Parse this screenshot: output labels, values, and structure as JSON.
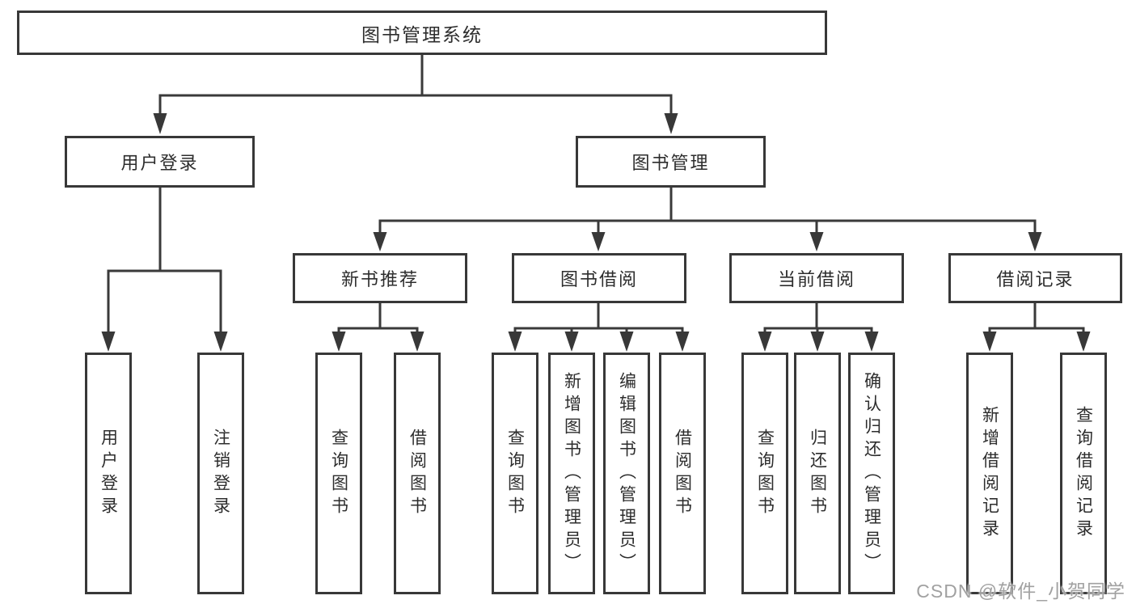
{
  "diagram": {
    "root": {
      "label": "图书管理系统"
    },
    "branches": [
      {
        "label": "用户登录",
        "children": [
          {
            "label": "用户登录"
          },
          {
            "label": "注销登录"
          }
        ]
      },
      {
        "label": "图书管理",
        "children": [
          {
            "label": "新书推荐",
            "children": [
              {
                "label": "查询图书"
              },
              {
                "label": "借阅图书"
              }
            ]
          },
          {
            "label": "图书借阅",
            "children": [
              {
                "label": "查询图书"
              },
              {
                "label": "新增图书（管理员）"
              },
              {
                "label": "编辑图书（管理员）"
              },
              {
                "label": "借阅图书"
              }
            ]
          },
          {
            "label": "当前借阅",
            "children": [
              {
                "label": "查询图书"
              },
              {
                "label": "归还图书"
              },
              {
                "label": "确认归还（管理员）"
              }
            ]
          },
          {
            "label": "借阅记录",
            "children": [
              {
                "label": "新增借阅记录"
              },
              {
                "label": "查询借阅记录"
              }
            ]
          }
        ]
      }
    ]
  },
  "watermark": "CSDN @软件_小贺同学",
  "colors": {
    "line": "#3a3a3a",
    "box_border": "#383838",
    "text": "#2d2d2d",
    "background": "#ffffff",
    "watermark_text": "#999999"
  }
}
